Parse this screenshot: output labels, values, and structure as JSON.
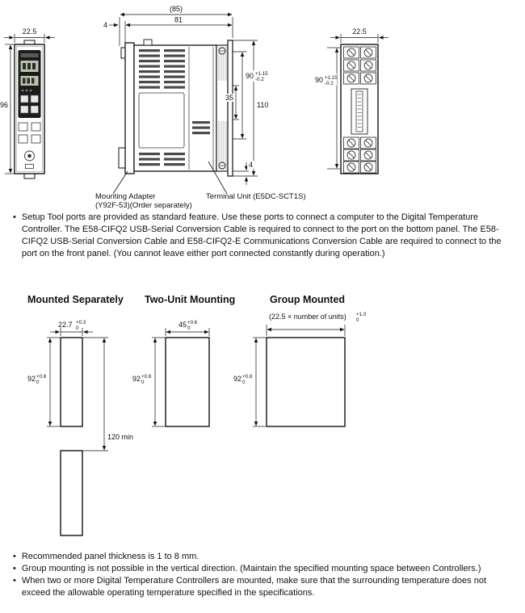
{
  "page": {
    "background": "#ffffff",
    "text_color": "#1a1a1a"
  },
  "bullet_char": "•",
  "top_drawings": {
    "front": {
      "dim_width": "22.5",
      "dim_height": "96"
    },
    "side": {
      "dim_overall": "(85)",
      "dim_body": "81",
      "dim_hook": "4",
      "dim_90": "90",
      "dim_90_tol_upper": "+1.15",
      "dim_90_tol_lower": "-0.2",
      "dim_35": "35",
      "dim_110": "110",
      "dim_lip": "4",
      "mounting_adapter_line1": "Mounting Adapter",
      "mounting_adapter_line2": "(Y92F-53)(Order separately)",
      "terminal_unit_label": "Terminal Unit (E5DC-SCT1S)"
    },
    "rear": {
      "dim_width": "22.5",
      "dim_90": "90",
      "dim_90_tol_upper": "+1.15",
      "dim_90_tol_lower": "-0.2"
    }
  },
  "setup_note": "Setup Tool ports are provided as standard feature. Use these ports to connect a computer to the Digital Temperature Controller. The E58-CIFQ2 USB-Serial Conversion Cable is required to connect to the port on the bottom panel. The E58-CIFQ2 USB-Serial Conversion Cable and E58-CIFQ2-E Communications Conversion Cable are required to connect to the port on the front panel. (You cannot leave either port connected constantly during operation.)",
  "mounting": {
    "separate": {
      "title": "Mounted Separately",
      "width": "22.7",
      "width_tol_upper": "+0.3",
      "width_tol_lower": "0",
      "height": "92",
      "height_tol_upper": "+0.8",
      "height_tol_lower": "0",
      "spacing": "120 min"
    },
    "two_unit": {
      "title": "Two-Unit Mounting",
      "width": "45",
      "width_tol_upper": "+0.6",
      "width_tol_lower": "0",
      "height": "92",
      "height_tol_upper": "+0.8",
      "height_tol_lower": "0"
    },
    "group": {
      "title": "Group Mounted",
      "width_label": "(22.5 × number of units)",
      "width_tol_upper": "+1.0",
      "width_tol_lower": "0",
      "height": "92",
      "height_tol_upper": "+0.8",
      "height_tol_lower": "0"
    }
  },
  "notes": [
    "Recommended panel thickness is 1 to 8 mm.",
    "Group mounting is not possible in the vertical direction. (Maintain the specified mounting space between Controllers.)",
    "When two or more Digital Temperature Controllers are mounted, make sure that the surrounding temperature does not exceed the allowable operating temperature specified in the specifications."
  ]
}
